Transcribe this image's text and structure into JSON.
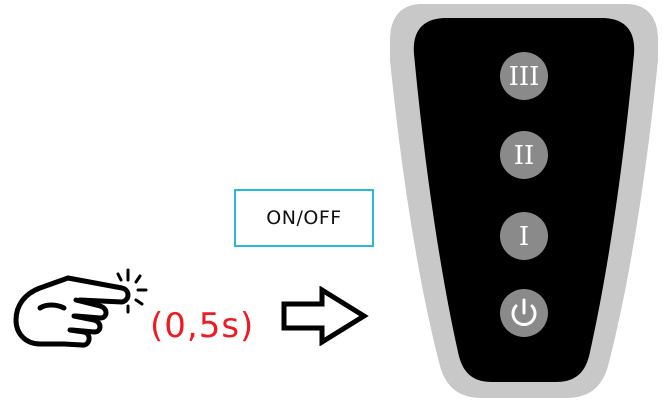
{
  "instruction": {
    "label": "ON/OFF",
    "duration": "(0,5s)"
  },
  "remote": {
    "buttons": [
      {
        "label": "III"
      },
      {
        "label": "II"
      },
      {
        "label": "I"
      },
      {
        "label": "",
        "icon": "power-icon"
      }
    ]
  },
  "icons": {
    "hand": "pointing-hand-tap-icon",
    "arrow": "right-arrow-icon"
  },
  "colors": {
    "accent_border": "#29b9d6",
    "duration_text": "#ee1b24",
    "remote_outer": "#c8c8c8",
    "remote_inner": "#000000",
    "button_fill": "#8a8a8a"
  }
}
